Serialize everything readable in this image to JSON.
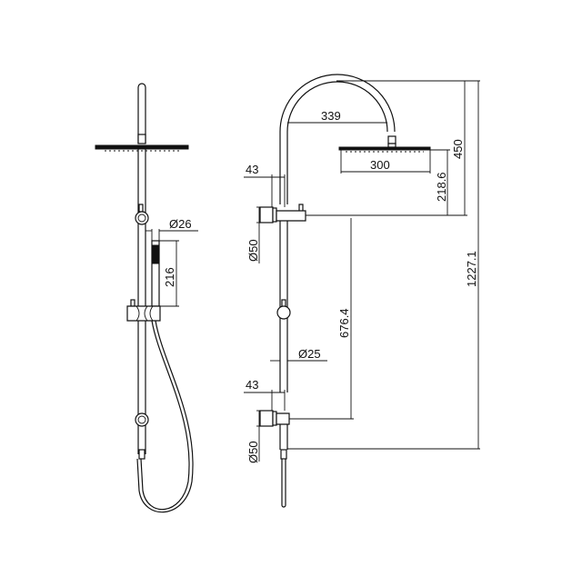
{
  "drawing": {
    "type": "shower rail technical drawing",
    "colors": {
      "line": "#111111",
      "background": "#ffffff"
    },
    "side_view": {
      "dimensions": {
        "hand_shower_diameter": "Ø26",
        "hand_shower_length": "216"
      }
    },
    "front_view": {
      "dimensions": {
        "arm_width": "339",
        "head_diameter": "300",
        "head_to_arm_top": "450",
        "head_to_upper_outlet": "218.6",
        "overall_height": "1227.1",
        "upper_bracket_depth": "43",
        "upper_bracket_diameter": "Ø50",
        "outlet_spacing": "676.4",
        "rail_diameter": "Ø25",
        "lower_bracket_depth": "43",
        "lower_bracket_diameter": "Ø50"
      }
    }
  }
}
